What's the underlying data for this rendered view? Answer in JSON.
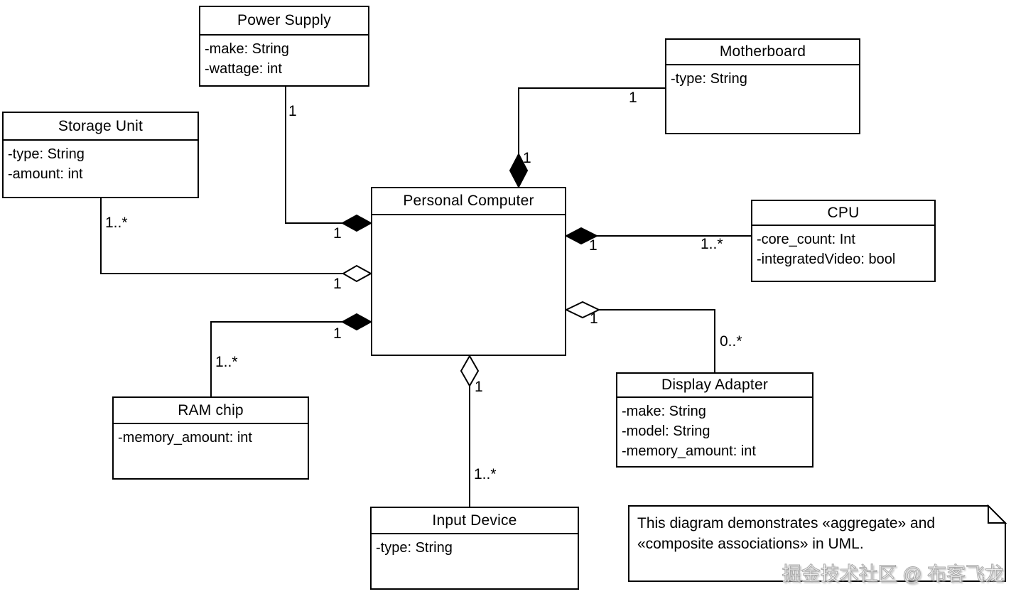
{
  "diagram": {
    "type": "uml-class-diagram",
    "colors": {
      "line": "#000000",
      "background": "#ffffff",
      "composition_diamond_fill": "#000000",
      "aggregation_diamond_fill": "#ffffff",
      "watermark_text": "#f4f4f4"
    },
    "classes": [
      {
        "id": "power-supply",
        "name": "Power Supply",
        "attributes": [
          "-make: String",
          "-wattage: int"
        ]
      },
      {
        "id": "motherboard",
        "name": "Motherboard",
        "attributes": [
          "-type: String"
        ]
      },
      {
        "id": "storage-unit",
        "name": "Storage Unit",
        "attributes": [
          "-type: String",
          "-amount: int"
        ]
      },
      {
        "id": "personal-computer",
        "name": "Personal Computer",
        "attributes": []
      },
      {
        "id": "cpu",
        "name": "CPU",
        "attributes": [
          "-core_count: Int",
          "-integratedVideo: bool"
        ]
      },
      {
        "id": "ram-chip",
        "name": "RAM chip",
        "attributes": [
          "-memory_amount: int"
        ]
      },
      {
        "id": "display-adapter",
        "name": "Display Adapter",
        "attributes": [
          "-make: String",
          "-model: String",
          "-memory_amount: int"
        ]
      },
      {
        "id": "input-device",
        "name": "Input Device",
        "attributes": [
          "-type: String"
        ]
      }
    ],
    "associations": [
      {
        "part": "Power Supply",
        "whole": "Personal Computer",
        "kind": "composition",
        "pc_end": "1",
        "part_end": "1"
      },
      {
        "part": "Storage Unit",
        "whole": "Personal Computer",
        "kind": "aggregation",
        "pc_end": "1",
        "part_end": "1..*"
      },
      {
        "part": "RAM chip",
        "whole": "Personal Computer",
        "kind": "composition",
        "pc_end": "1",
        "part_end": "1..*"
      },
      {
        "part": "Motherboard",
        "whole": "Personal Computer",
        "kind": "composition",
        "pc_end": "1",
        "part_end": "1"
      },
      {
        "part": "CPU",
        "whole": "Personal Computer",
        "kind": "composition",
        "pc_end": "1",
        "part_end": "1..*"
      },
      {
        "part": "Display Adapter",
        "whole": "Personal Computer",
        "kind": "aggregation",
        "pc_end": "1",
        "part_end": "0..*"
      },
      {
        "part": "Input Device",
        "whole": "Personal Computer",
        "kind": "aggregation",
        "pc_end": "1",
        "part_end": "1..*"
      }
    ],
    "note": {
      "line1": "This diagram demonstrates «aggregate» and",
      "line2": "«composite associations» in UML."
    },
    "watermark": "掘金技术社区 @ 布客飞龙"
  }
}
